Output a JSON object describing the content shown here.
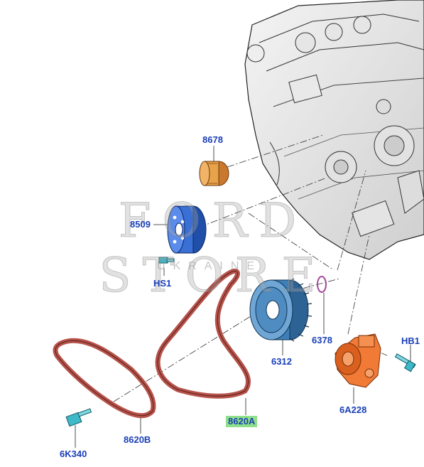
{
  "watermark": {
    "brand": "FORD STORE",
    "sub": "UKRAINE"
  },
  "colors": {
    "label": "#1a3fb8",
    "highlight": "#8fe08a",
    "belt": "#b5524a",
    "idler_pulley": "#e8a24a",
    "blue_pulley": "#3a6fd6",
    "damper": "#3d7fb8",
    "tensioner": "#f07a36",
    "bolt": "#3fb8c8"
  },
  "parts": {
    "p8678": "8678",
    "p8509": "8509",
    "hs1": "HS1",
    "p6378": "6378",
    "p6312": "6312",
    "hb1": "HB1",
    "p6a228": "6A228",
    "p8620a": "8620A",
    "p8620b": "8620B",
    "p6k340": "6K340"
  }
}
